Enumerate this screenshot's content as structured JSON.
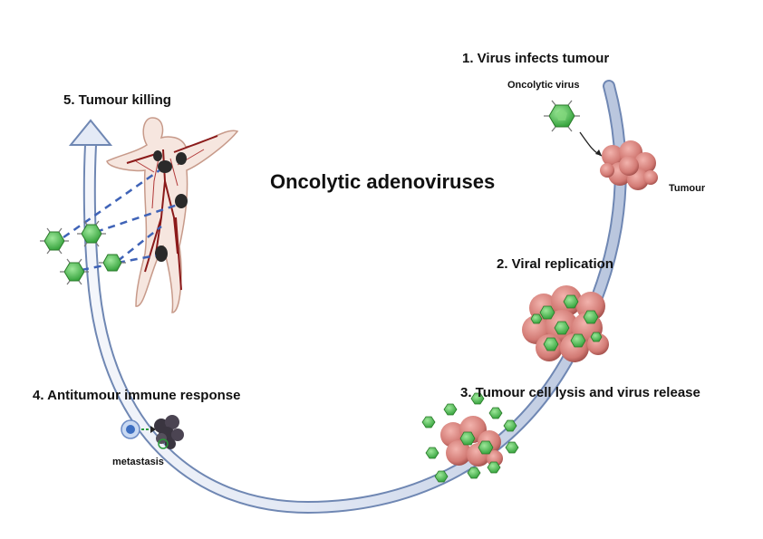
{
  "title": "Oncolytic adenoviruses",
  "steps": {
    "s1": "1.   Virus infects tumour",
    "s2": "2.  Viral replication",
    "s3": "3. Tumour cell lysis and virus release",
    "s4": "4. Antitumour immune response",
    "s5": "5. Tumour killing"
  },
  "labels": {
    "oncolytic_virus": "Oncolytic virus",
    "tumour": "Tumour",
    "metastasis": "metastasis"
  },
  "colors": {
    "arrow_fill": "#e4eaf6",
    "arrow_stroke": "#6f87b3",
    "virus_fill": "#4fbf4f",
    "tumour_fill": "#d9827e",
    "tumour_dark": "#a8504d",
    "dash_line": "#3f63b7",
    "vessel": "#8b1a1a",
    "body_outline": "#c79a8a"
  }
}
